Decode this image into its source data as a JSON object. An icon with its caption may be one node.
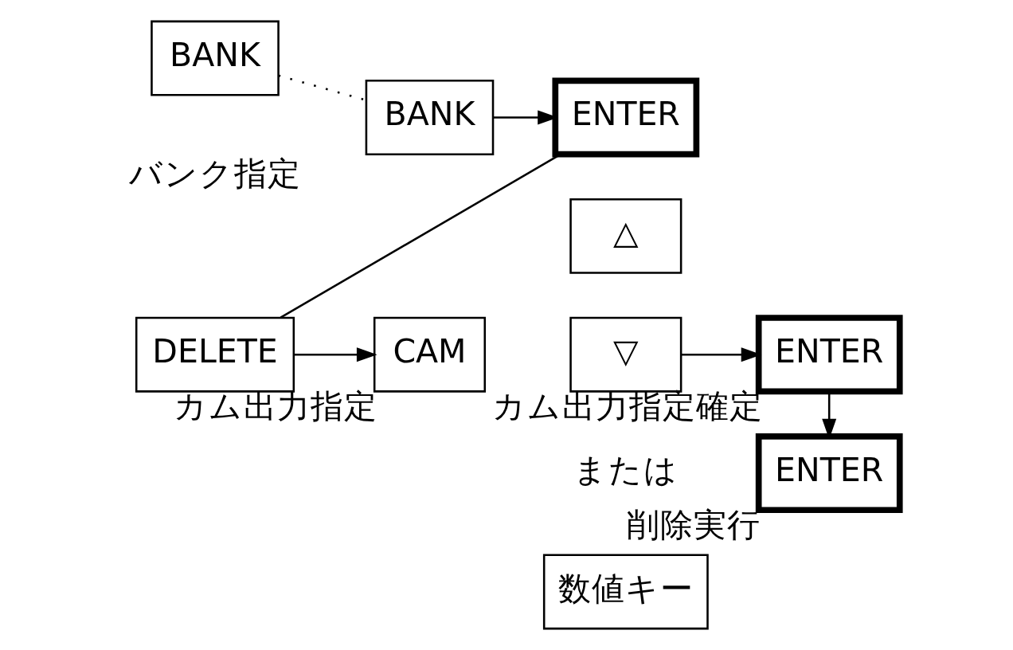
{
  "diagram": {
    "nodes": [
      {
        "text": [
          "BANK"
        ]
      },
      {
        "text": [
          "BANK"
        ]
      },
      {
        "text": [
          "ENTER"
        ]
      },
      {
        "text": [
          "DELETE"
        ]
      },
      {
        "text": [
          "CAM"
        ],
        "beside": [
          "カム出力指定"
        ]
      },
      {
        "text": [
          "△"
        ]
      },
      {
        "text": [
          "▽"
        ]
      },
      {
        "text": [
          "数値キー"
        ]
      },
      {
        "text": [
          "ENTER"
        ],
        "beside": [
          "カム出力指定確定"
        ]
      },
      {
        "text": [
          "ENTER"
        ],
        "beside": [
          "削除実行"
        ]
      }
    ],
    "edges": [
      {
        "from": 0,
        "to": 1,
        "arrow": "none",
        "style": "dashed"
      },
      {
        "from": 1,
        "to": 2,
        "arrow": "to"
      },
      {
        "from": 2,
        "to": 3,
        "arrow": "none"
      },
      {
        "from": 3,
        "to": 4,
        "arrow": "to"
      },
      {
        "from": 6,
        "to": 8,
        "arrow": "to"
      },
      {
        "from": 8,
        "to": 9,
        "arrow": "to"
      }
    ],
    "labels": [
      "バンク指定",
      "または"
    ]
  }
}
